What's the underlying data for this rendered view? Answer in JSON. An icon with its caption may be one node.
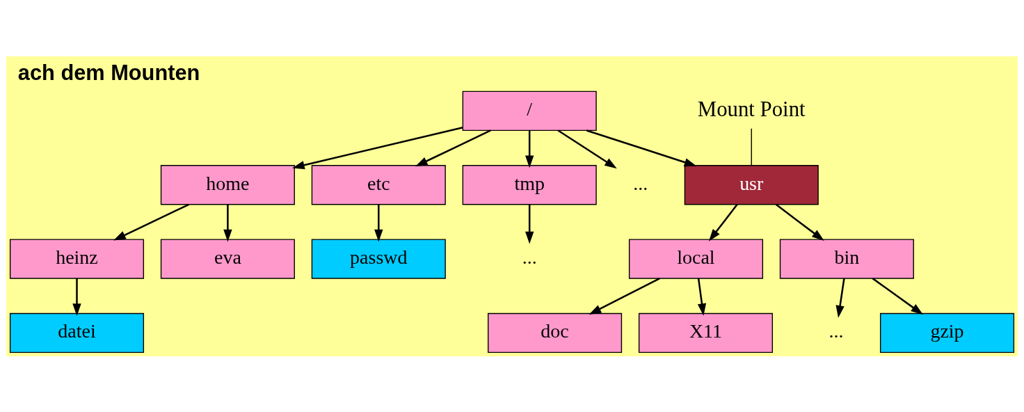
{
  "diagram": {
    "title": "ach dem Mounten",
    "nodes": [
      {
        "text": [
          "/"
        ]
      },
      {
        "text": [
          "etc"
        ]
      },
      {
        "text": [
          "home"
        ]
      },
      {
        "text": [
          "usr"
        ]
      },
      {
        "text": [
          "tmp"
        ]
      },
      {
        "text": [
          "..."
        ]
      },
      {
        "text": [
          "passwd"
        ]
      },
      {
        "text": [
          "eva"
        ]
      },
      {
        "text": [
          "heinz"
        ]
      },
      {
        "text": [
          "local"
        ]
      },
      {
        "text": [
          "bin"
        ]
      },
      {
        "text": [
          "..."
        ]
      },
      {
        "text": [
          "datei"
        ]
      },
      {
        "text": [
          "X11"
        ]
      },
      {
        "text": [
          "doc"
        ]
      },
      {
        "text": [
          "gzip"
        ]
      },
      {
        "text": [
          "..."
        ]
      },
      {
        "text": [
          "Mount Point"
        ]
      }
    ],
    "edges": [
      {
        "from": 0,
        "to": 1,
        "arrow": "to"
      },
      {
        "from": 0,
        "to": 2,
        "arrow": "to"
      },
      {
        "from": 0,
        "to": 3,
        "arrow": "to"
      },
      {
        "from": 0,
        "to": 4,
        "arrow": "to"
      },
      {
        "from": 0,
        "to": 5,
        "arrow": "to"
      },
      {
        "from": 1,
        "to": 6,
        "arrow": "to"
      },
      {
        "from": 2,
        "to": 7,
        "arrow": "to"
      },
      {
        "from": 2,
        "to": 8,
        "arrow": "to"
      },
      {
        "from": 3,
        "to": 9,
        "arrow": "to"
      },
      {
        "from": 3,
        "to": 10,
        "arrow": "to"
      },
      {
        "from": 4,
        "to": 11,
        "arrow": "to"
      },
      {
        "from": 8,
        "to": 12,
        "arrow": "to"
      },
      {
        "from": 9,
        "to": 13,
        "arrow": "to"
      },
      {
        "from": 9,
        "to": 14,
        "arrow": "to"
      },
      {
        "from": 10,
        "to": 15,
        "arrow": "to"
      },
      {
        "from": 10,
        "to": 16,
        "arrow": "to"
      },
      {
        "from": 17,
        "to": 3,
        "arrow": "none"
      }
    ]
  }
}
